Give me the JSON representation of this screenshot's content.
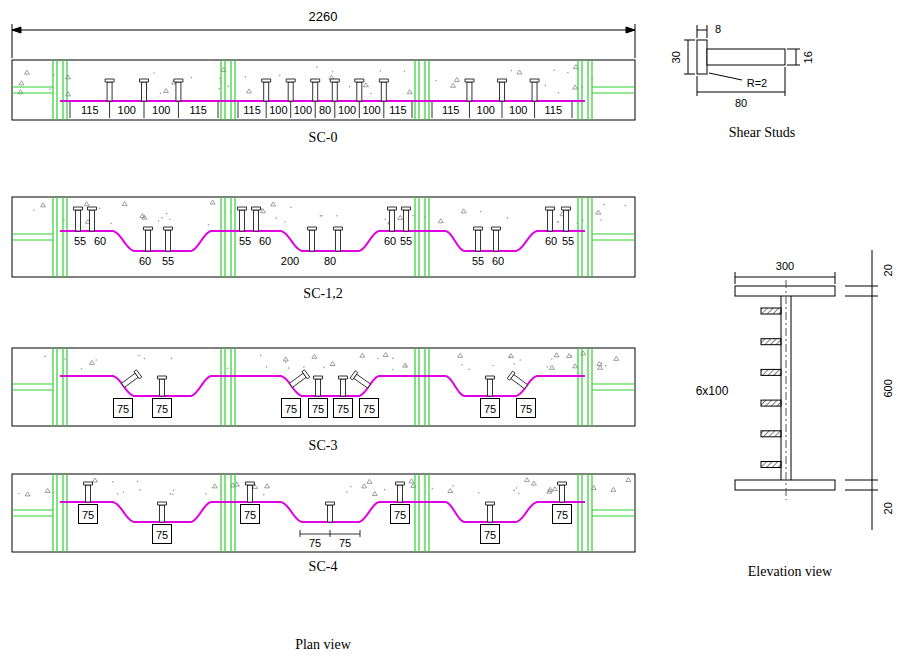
{
  "diagram": {
    "nodes": [
      {
        "text": [
          "75"
        ]
      },
      {
        "text": [
          "75"
        ]
      },
      {
        "text": [
          "75"
        ]
      },
      {
        "text": [
          "75"
        ]
      },
      {
        "text": [
          "75"
        ]
      },
      {
        "text": [
          "75"
        ]
      },
      {
        "text": [
          "75"
        ]
      },
      {
        "text": [
          "75"
        ]
      },
      {
        "text": [
          "75"
        ]
      },
      {
        "text": [
          "75"
        ]
      },
      {
        "text": [
          "75"
        ]
      },
      {
        "text": [
          "75"
        ]
      },
      {
        "text": [
          "75"
        ]
      },
      {
        "text": [
          "75"
        ]
      }
    ],
    "labels": [
      "2260",
      "115",
      "100",
      "100",
      "115",
      "115",
      "100",
      "100",
      "80",
      "100",
      "100",
      "115",
      "115",
      "100",
      "100",
      "115",
      "SC-0",
      "55",
      "60",
      "60",
      "55",
      "55",
      "60",
      "200",
      "80",
      "60",
      "55",
      "55",
      "60",
      "60",
      "55",
      "SC-1,2",
      "SC-3",
      "75",
      "75",
      "SC-4",
      "Plan view",
      "8",
      "30",
      "16",
      "80",
      "R=2",
      "Shear Studs",
      "300",
      "20",
      "600",
      "20",
      "6x100",
      "Elevation view"
    ]
  }
}
